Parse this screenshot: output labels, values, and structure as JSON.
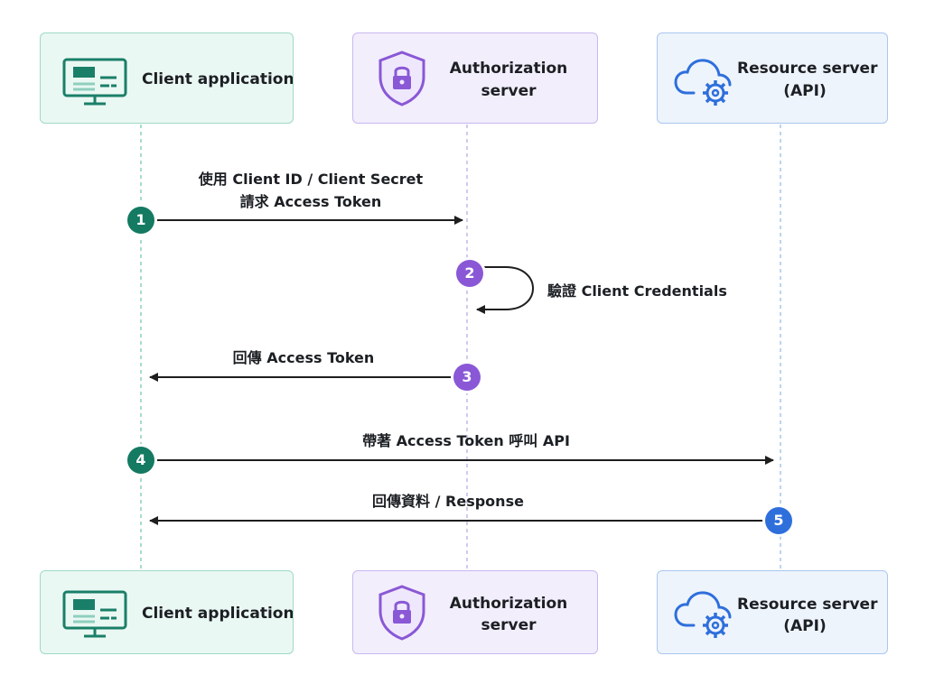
{
  "participants": {
    "client": {
      "label": "Client application",
      "icon": "monitor-icon",
      "color": "#1a7f68"
    },
    "auth": {
      "label_line1": "Authorization",
      "label_line2": "server",
      "icon": "shield-lock-icon",
      "color": "#8a58d6"
    },
    "resource": {
      "label_line1": "Resource server",
      "label_line2": "(API)",
      "icon": "cloud-gear-icon",
      "color": "#2e6fdc"
    }
  },
  "messages": [
    {
      "step": "1",
      "line1": "使用 Client ID / Client Secret",
      "line2": "請求 Access Token",
      "from": "client",
      "to": "auth"
    },
    {
      "step": "2",
      "line1": "驗證 Client Credentials",
      "from": "auth",
      "to": "auth"
    },
    {
      "step": "3",
      "line1": "回傳 Access Token",
      "from": "auth",
      "to": "client"
    },
    {
      "step": "4",
      "line1": "帶著 Access Token 呼叫 API",
      "from": "client",
      "to": "resource"
    },
    {
      "step": "5",
      "line1": "回傳資料 / Response",
      "from": "resource",
      "to": "client"
    }
  ]
}
